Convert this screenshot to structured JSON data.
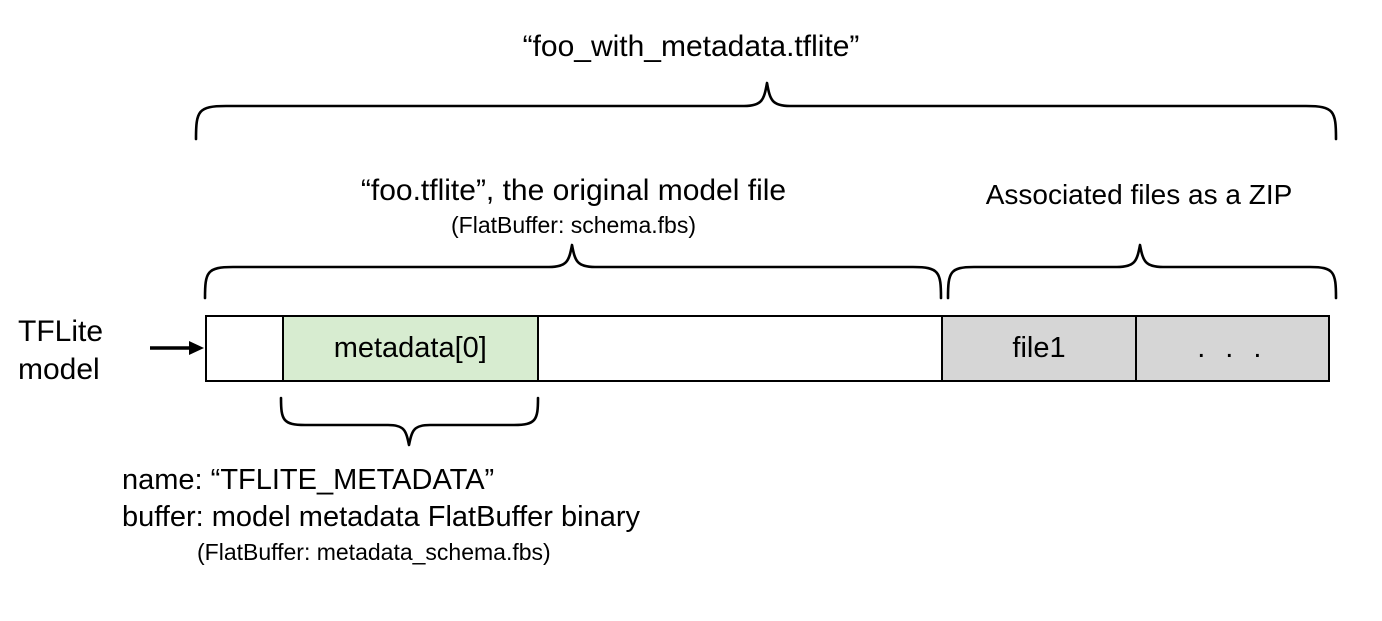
{
  "diagram": {
    "title": "“foo_with_metadata.tflite”",
    "left_label": {
      "line1": "TFLite",
      "line2": "model"
    },
    "sections": {
      "model_file": {
        "line1": "“foo.tflite”, the original model file",
        "line2": "(FlatBuffer: schema.fbs)"
      },
      "zip": {
        "label": "Associated files as a ZIP"
      }
    },
    "bar_cells": [
      {
        "name": "leading-padding",
        "label": "",
        "fill": "#ffffff"
      },
      {
        "name": "metadata-entry",
        "label": "metadata[0]",
        "fill": "#d7ecd0"
      },
      {
        "name": "model-body",
        "label": "",
        "fill": "#ffffff"
      },
      {
        "name": "zip-file1",
        "label": "file1",
        "fill": "#d6d6d6"
      },
      {
        "name": "zip-more",
        "label": ". . .",
        "fill": "#d6d6d6"
      }
    ],
    "metadata_note": {
      "line1": "name: “TFLITE_METADATA”",
      "line2": "buffer: model metadata FlatBuffer binary",
      "line3": "(FlatBuffer: metadata_schema.fbs)"
    },
    "colors": {
      "metadata_fill": "#d7ecd0",
      "zip_fill": "#d6d6d6",
      "stroke": "#000000",
      "background": "#ffffff"
    }
  }
}
